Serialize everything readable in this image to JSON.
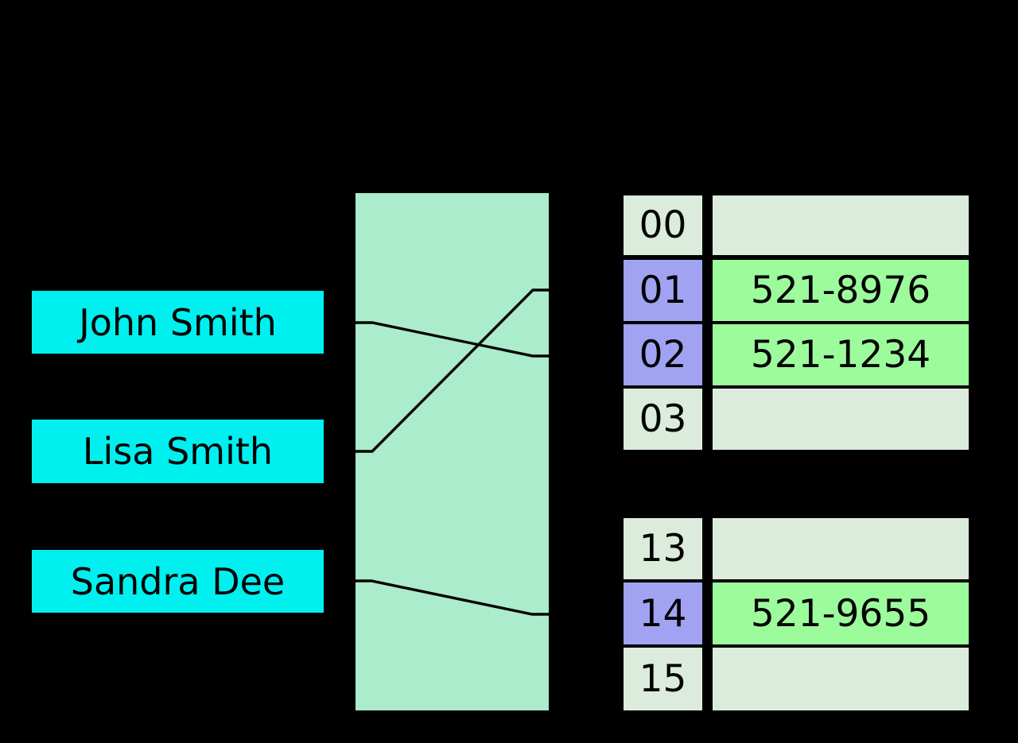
{
  "diagram": {
    "type": "hash-table-illustration",
    "background_color": "#000000",
    "colors": {
      "key_box": "#00f0f0",
      "hash_function_fill": "#aaeccc",
      "bucket_empty_fill": "#dcecdc",
      "bucket_index_occupied_fill": "#a2a2f2",
      "bucket_value_occupied_fill": "#9cfc9c",
      "line_color": "#000000",
      "text_color": "#000000"
    }
  },
  "keys": {
    "items": [
      {
        "label": "John Smith"
      },
      {
        "label": "Lisa Smith"
      },
      {
        "label": "Sandra Dee"
      }
    ]
  },
  "buckets": {
    "top_rows": [
      {
        "index": "00",
        "value": "",
        "occupied": false
      },
      {
        "index": "01",
        "value": "521-8976",
        "occupied": true
      },
      {
        "index": "02",
        "value": "521-1234",
        "occupied": true
      },
      {
        "index": "03",
        "value": "",
        "occupied": false
      }
    ],
    "bottom_rows": [
      {
        "index": "13",
        "value": "",
        "occupied": false
      },
      {
        "index": "14",
        "value": "521-9655",
        "occupied": true
      },
      {
        "index": "15",
        "value": "",
        "occupied": false
      }
    ]
  },
  "links": [
    {
      "from": "John Smith",
      "to_bucket": "02"
    },
    {
      "from": "Lisa Smith",
      "to_bucket": "01"
    },
    {
      "from": "Sandra Dee",
      "to_bucket": "14"
    }
  ]
}
